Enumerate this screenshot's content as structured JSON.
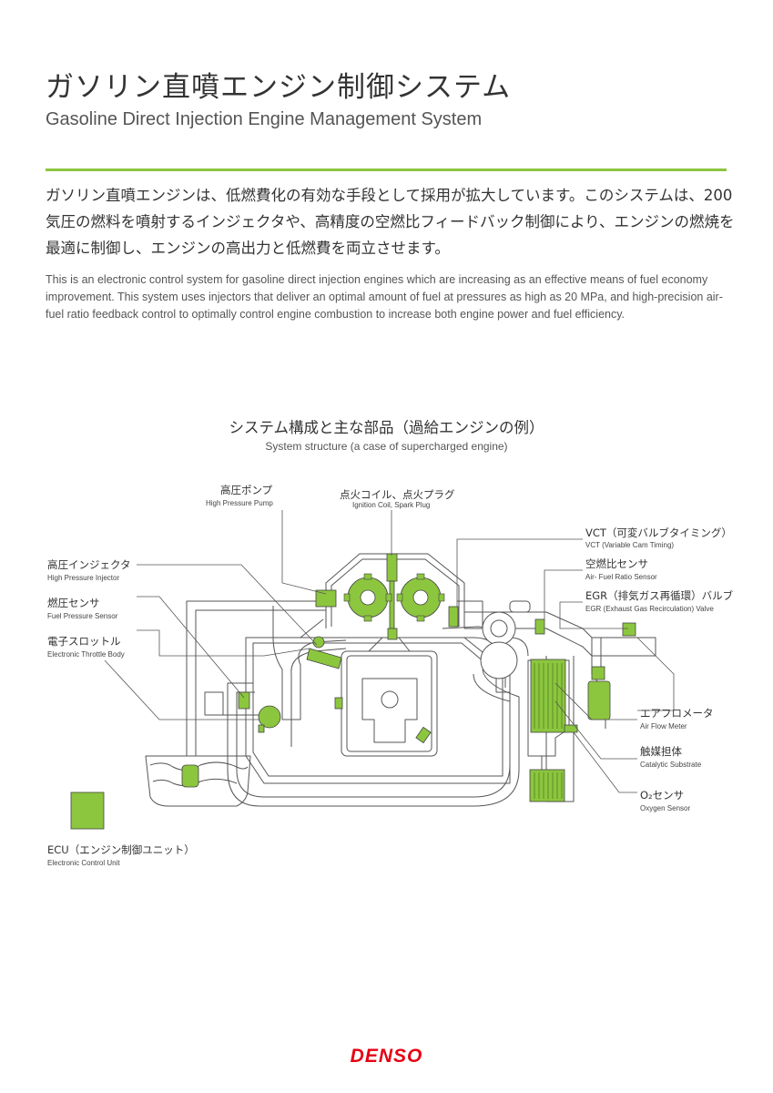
{
  "header": {
    "title_jp": "ガソリン直噴エンジン制御システム",
    "title_en": "Gasoline Direct Injection Engine Management System"
  },
  "intro": {
    "text_jp": "ガソリン直噴エンジンは、低燃費化の有効な手段として採用が拡大しています。このシステムは、200気圧の燃料を噴射するインジェクタや、高精度の空燃比フィードバック制御により、エンジンの燃焼を最適に制御し、エンジンの高出力と低燃費を両立させます。",
    "text_en": "This is an electronic control system for gasoline direct injection engines which are increasing as an effective means of fuel economy improvement. This system uses injectors that deliver an optimal amount of fuel at pressures as high as 20 MPa, and high-precision air-fuel ratio feedback control to optimally control engine combustion to increase both engine power and fuel efficiency."
  },
  "diagram": {
    "title_jp": "システム構成と主な部品（過給エンジンの例）",
    "title_en": "System structure (a case of supercharged engine)",
    "labels": {
      "high_pressure_pump": {
        "jp": "高圧ポンプ",
        "en": "High Pressure Pump"
      },
      "ignition_coil": {
        "jp": "点火コイル、点火プラグ",
        "en": "Ignition Coil, Spark Plug"
      },
      "vct": {
        "jp": "VCT（可変バルブタイミング）",
        "en": "VCT (Variable Cam Timing)"
      },
      "af_sensor": {
        "jp": "空燃比センサ",
        "en": "Air- Fuel Ratio Sensor"
      },
      "egr_valve": {
        "jp": "EGR（排気ガス再循環）バルブ",
        "en": "EGR (Exhaust Gas Recirculation) Valve"
      },
      "hp_injector": {
        "jp": "高圧インジェクタ",
        "en": "High Pressure Injector"
      },
      "fuel_pressure_sensor": {
        "jp": "燃圧センサ",
        "en": "Fuel Pressure Sensor"
      },
      "throttle_body": {
        "jp": "電子スロットル",
        "en": "Electronic Throttle Body"
      },
      "air_flow_meter": {
        "jp": "エアフロメータ",
        "en": "Air Flow Meter"
      },
      "catalytic_substrate": {
        "jp": "触媒担体",
        "en": "Catalytic Substrate"
      },
      "oxygen_sensor": {
        "jp": "O₂センサ",
        "en": "Oxygen Sensor"
      },
      "ecu": {
        "jp": "ECU（エンジン制御ユニット）",
        "en": "Electronic Control Unit"
      }
    }
  },
  "footer": {
    "logo_text": "DENSO"
  },
  "colors": {
    "accent": "#8cc63f",
    "line": "#555555",
    "brand": "#e60012"
  }
}
